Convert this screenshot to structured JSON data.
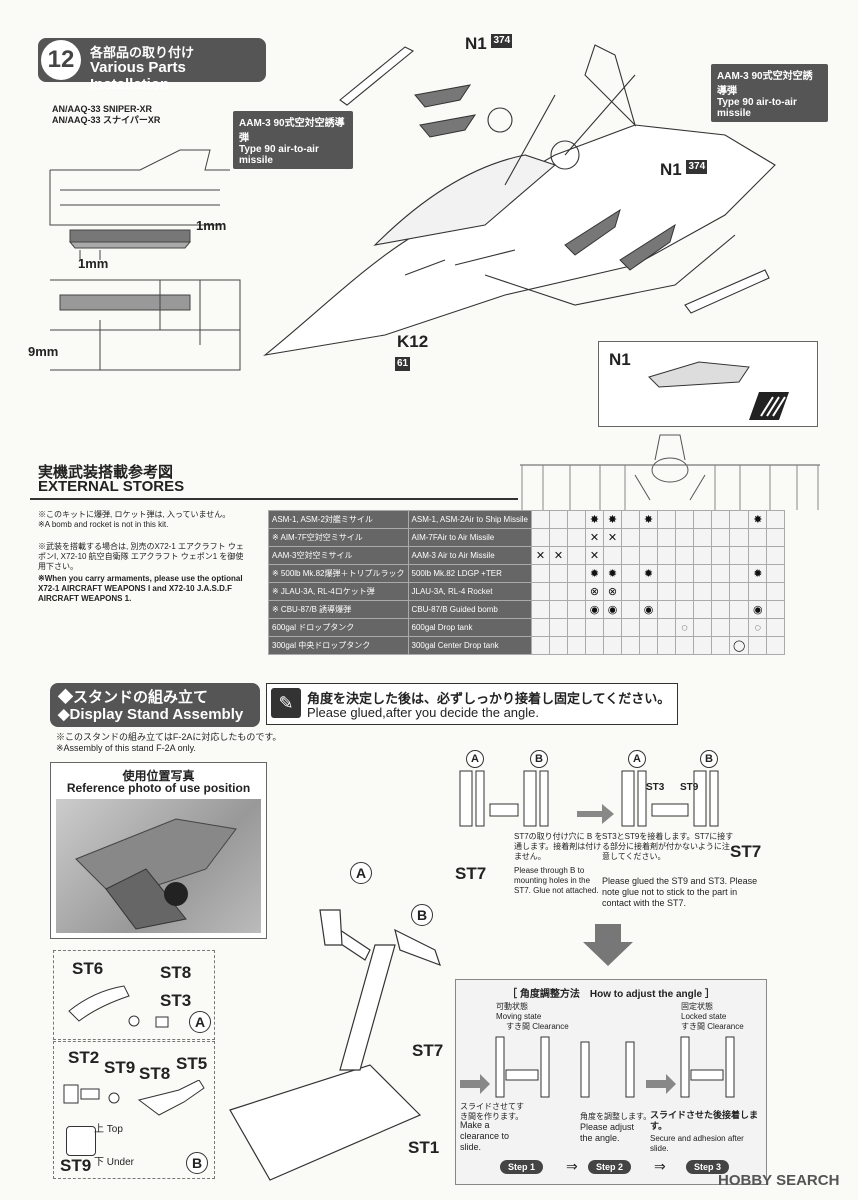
{
  "step12": {
    "number": "12",
    "title_jp": "各部品の取り付け",
    "title_en": "Various Parts Installation",
    "sniper_en": "AN/AAQ-33 SNIPER-XR",
    "sniper_jp": "AN/AAQ-33 スナイパーXR",
    "dim1": "1mm",
    "dim2": "1mm",
    "dim3": "9mm",
    "n1_top": "N1",
    "n1_top_tag": "374",
    "n1_mid": "N1",
    "n1_mid_tag": "374",
    "k12": "K12",
    "k12_tag": "61",
    "aam_left_jp": "AAM-3 90式空対空誘導弾",
    "aam_left_en": "Type 90 air-to-air missile",
    "aam_right_jp": "AAM-3 90式空対空誘導弾",
    "aam_right_en": "Type 90 air-to-air missile",
    "n1_box_label": "N1"
  },
  "external": {
    "title_jp": "実機武装搭載参考図",
    "title_en": "EXTERNAL STORES",
    "note1_jp": "※このキットに爆弾, ロケット弾は, 入っていません。",
    "note1_en": "※A bomb and rocket is not in this kit.",
    "note2_jp": "※武装を搭載する場合は, 別売のX72-1 エアクラフト ウェポンI, X72-10 航空自衛隊 エアクラフト ウェポン1 を御使用下さい。",
    "note2_en": "※When you carry armaments, please use the optional X72-1 AIRCRAFT WEAPONS I and X72-10 J.A.S.D.F AIRCRAFT WEAPONS 1.",
    "rows": [
      {
        "jp": "ASM-1, ASM-2対艦ミサイル",
        "en": "ASM-1, ASM-2Air to Ship Missile",
        "marks": [
          "",
          "",
          "",
          "✸",
          "✸",
          "",
          "✸",
          "",
          "",
          "",
          "",
          "",
          "✸",
          "",
          "✸",
          "✸",
          "",
          ""
        ]
      },
      {
        "jp": "※ AIM-7F空対空ミサイル",
        "en": "AIM-7FAir to Air Missile",
        "marks": [
          "",
          "",
          "",
          "✕",
          "✕",
          "",
          "",
          "",
          "",
          "",
          "",
          "",
          "",
          "",
          "✕",
          "✕",
          "",
          ""
        ]
      },
      {
        "jp": "AAM-3空対空ミサイル",
        "en": "AAM-3 Air to Air Missile",
        "marks": [
          "✕",
          "✕",
          "",
          "✕",
          "",
          "",
          "",
          "",
          "",
          "",
          "",
          "",
          "",
          "",
          "",
          "✕",
          "✕",
          "✕"
        ]
      },
      {
        "jp": "※ 500lb Mk.82爆弾＋トリプルラック",
        "en": "500lb Mk.82 LDGP +TER",
        "marks": [
          "",
          "",
          "",
          "✹",
          "✹",
          "",
          "✹",
          "",
          "",
          "",
          "",
          "",
          "✹",
          "",
          "✹",
          "✹",
          "",
          ""
        ]
      },
      {
        "jp": "※ JLAU-3A, RL-4ロケット弾",
        "en": "JLAU-3A, RL-4 Rocket",
        "marks": [
          "",
          "",
          "",
          "⊗",
          "⊗",
          "",
          "",
          "",
          "",
          "",
          "",
          "",
          "",
          "",
          "⊗",
          "⊗",
          "",
          ""
        ]
      },
      {
        "jp": "※ CBU-87/B 誘導爆弾",
        "en": "CBU-87/B Guided bomb",
        "marks": [
          "",
          "",
          "",
          "◉",
          "◉",
          "",
          "◉",
          "",
          "",
          "",
          "",
          "",
          "◉",
          "",
          "◉",
          "◉",
          "",
          ""
        ]
      },
      {
        "jp": "600gal ドロップタンク",
        "en": "600gal Drop tank",
        "marks": [
          "",
          "",
          "",
          "",
          "",
          "",
          "",
          "",
          "◌",
          "",
          "",
          "",
          "◌",
          "",
          "",
          "",
          "",
          ""
        ]
      },
      {
        "jp": "300gal 中央ドロップタンク",
        "en": "300gal Center Drop tank",
        "marks": [
          "",
          "",
          "",
          "",
          "",
          "",
          "",
          "",
          "",
          "",
          "",
          "◯",
          "",
          "",
          "",
          "",
          "",
          ""
        ]
      }
    ]
  },
  "stand": {
    "title_jp": "◆スタンドの組み立て",
    "title_en": "◆Display Stand Assembly",
    "glue_jp": "角度を決定した後は、必ずしっかり接着し固定してください。",
    "glue_en": "Please glued,after you decide the angle.",
    "note1_jp": "※このスタンドの組み立てはF-2Aに対応したものです。",
    "note1_en": "※Assembly of this stand F-2A only.",
    "photo_jp": "使用位置写真",
    "photo_en": "Reference photo of use position",
    "A": "A",
    "B": "B",
    "st7": "ST7",
    "st1": "ST1",
    "st3": "ST3",
    "st9": "ST9",
    "st6": "ST6",
    "st8": "ST8",
    "st2": "ST2",
    "st5": "ST5",
    "top": "上 Top",
    "under": "下 Under",
    "desc1_jp": "ST7の取り付け穴に B を通します。接着剤は付けません。",
    "desc1_en": "Please through B to mounting holes in the ST7. Glue not attached.",
    "desc2_jp": "ST3とST9を接着します。ST7に接する部分に接着剤が付かないように注意してください。",
    "desc2_en": "Please glued the ST9 and ST3. Please note glue not to stick to the part in contact with the ST7.",
    "angle_title": "［ 角度調整方法　How to adjust the angle ］",
    "moving_jp": "可動状態",
    "moving_en": "Moving state",
    "locked_jp": "固定状態",
    "locked_en": "Locked state",
    "clearance": "すき間 Clearance",
    "step1_text_jp": "スライドさせてすき間を作ります。",
    "step1_text_en": "Make a clearance to slide.",
    "step2_text_jp": "角度を調整します。",
    "step2_text_en": "Please adjust the angle.",
    "step3_text_jp": "スライドさせた後接着します。",
    "step3_text_en": "Secure and adhesion after slide.",
    "step1": "Step 1",
    "step2": "Step 2",
    "step3": "Step 3"
  },
  "watermark": "HOBBY SEARCH"
}
